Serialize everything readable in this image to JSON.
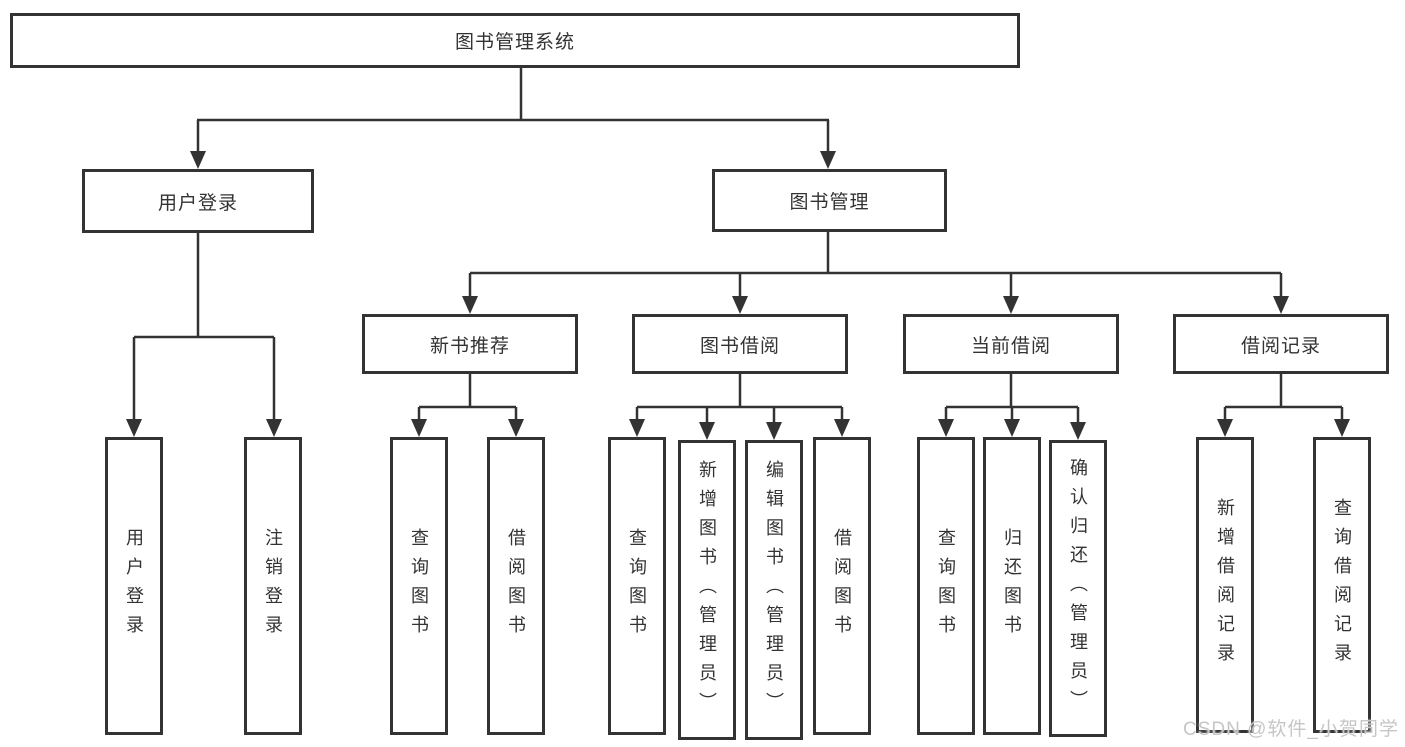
{
  "diagram": {
    "root": {
      "label": "图书管理系统"
    },
    "user_login": {
      "label": "用户登录",
      "children": [
        {
          "label": "用户登录"
        },
        {
          "label": "注销登录"
        }
      ]
    },
    "book_mgmt": {
      "label": "图书管理",
      "groups": [
        {
          "label": "新书推荐",
          "children": [
            {
              "label": "查询图书"
            },
            {
              "label": "借阅图书"
            }
          ]
        },
        {
          "label": "图书借阅",
          "children": [
            {
              "label": "查询图书"
            },
            {
              "label": "新增图书（管理员）"
            },
            {
              "label": "编辑图书（管理员）"
            },
            {
              "label": "借阅图书"
            }
          ]
        },
        {
          "label": "当前借阅",
          "children": [
            {
              "label": "查询图书"
            },
            {
              "label": "归还图书"
            },
            {
              "label": "确认归还（管理员）"
            }
          ]
        },
        {
          "label": "借阅记录",
          "children": [
            {
              "label": "新增借阅记录"
            },
            {
              "label": "查询借阅记录"
            }
          ]
        }
      ]
    },
    "watermark": "CSDN @软件_小贺同学",
    "colors": {
      "line": "#333333",
      "text": "#333333",
      "watermark": "#c6c6c6",
      "background": "#ffffff"
    }
  }
}
